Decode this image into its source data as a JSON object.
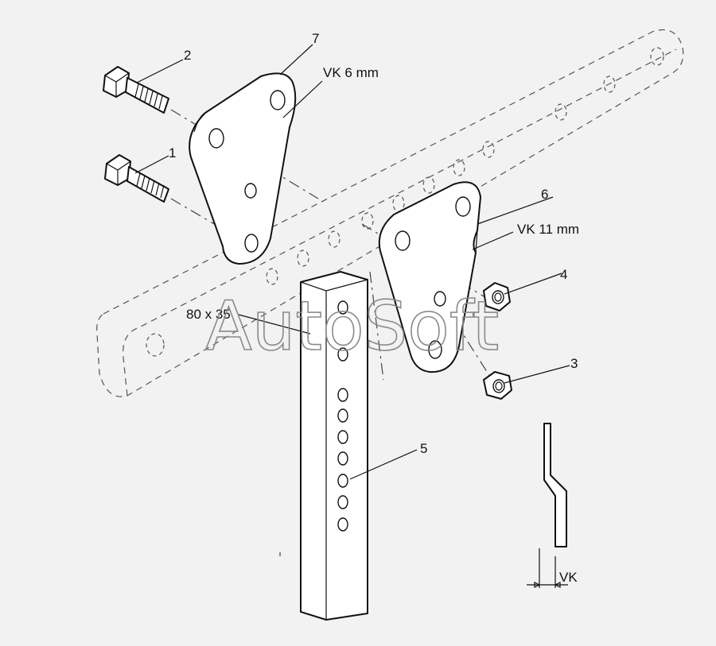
{
  "labels": {
    "part1": "1",
    "part2": "2",
    "part3": "3",
    "part4": "4",
    "part5": "5",
    "part6": "6",
    "part7": "7"
  },
  "notes": {
    "vk6": "VK 6 mm",
    "vk11": "VK 11 mm",
    "section": "80 x 35",
    "vk": "VK"
  },
  "watermark": "AutoSoft"
}
